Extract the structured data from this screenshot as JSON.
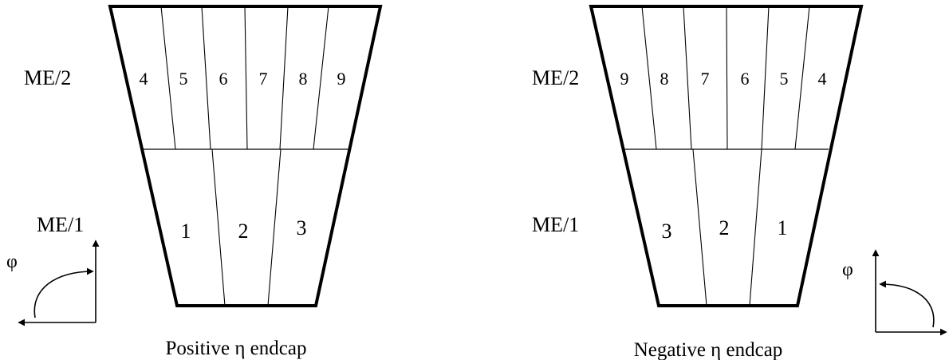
{
  "panels": [
    {
      "id": "positive",
      "caption": "Positive η endcap",
      "row_labels": {
        "outer": "ME/2",
        "inner": "ME/1"
      },
      "outer_sectors": [
        "4",
        "5",
        "6",
        "7",
        "8",
        "9"
      ],
      "inner_sectors": [
        "1",
        "2",
        "3"
      ],
      "phi_symbol": "φ",
      "phi_arrow_direction": "counter-clockwise (toward left)"
    },
    {
      "id": "negative",
      "caption": "Negative η endcap",
      "row_labels": {
        "outer": "ME/2",
        "inner": "ME/1"
      },
      "outer_sectors": [
        "9",
        "8",
        "7",
        "6",
        "5",
        "4"
      ],
      "inner_sectors": [
        "3",
        "2",
        "1"
      ],
      "phi_symbol": "φ",
      "phi_arrow_direction": "clockwise (toward right)"
    }
  ]
}
